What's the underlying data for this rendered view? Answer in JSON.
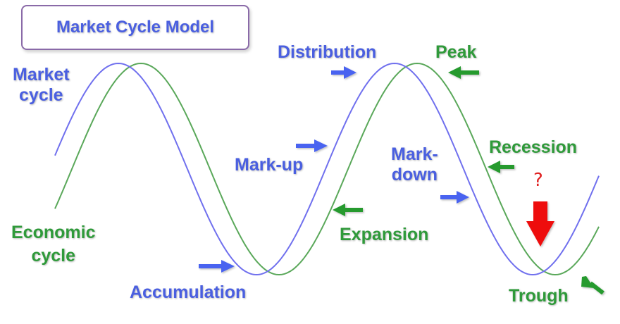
{
  "title": "Market Cycle Model",
  "labels": {
    "market_cycle_line1": "Market",
    "market_cycle_line2": "cycle",
    "economic_cycle_line1": "Economic",
    "economic_cycle_line2": "cycle",
    "distribution": "Distribution",
    "peak": "Peak",
    "mark_up": "Mark-up",
    "mark_down_line1": "Mark-",
    "mark_down_line2": "down",
    "recession": "Recession",
    "expansion": "Expansion",
    "accumulation": "Accumulation",
    "trough": "Trough",
    "question_mark": "?"
  },
  "series": [
    {
      "id": "market-cycle-curve",
      "color": "#7070ee"
    },
    {
      "id": "economic-cycle-curve",
      "color": "#5aa85a"
    }
  ],
  "colors": {
    "blue_text": "#4a5fe0",
    "green_text": "#2f9a3a",
    "blue_arrow": "#4a63f0",
    "green_arrow": "#259a2f",
    "red_arrow": "#ee1111",
    "title_border": "#8a6aa8"
  }
}
